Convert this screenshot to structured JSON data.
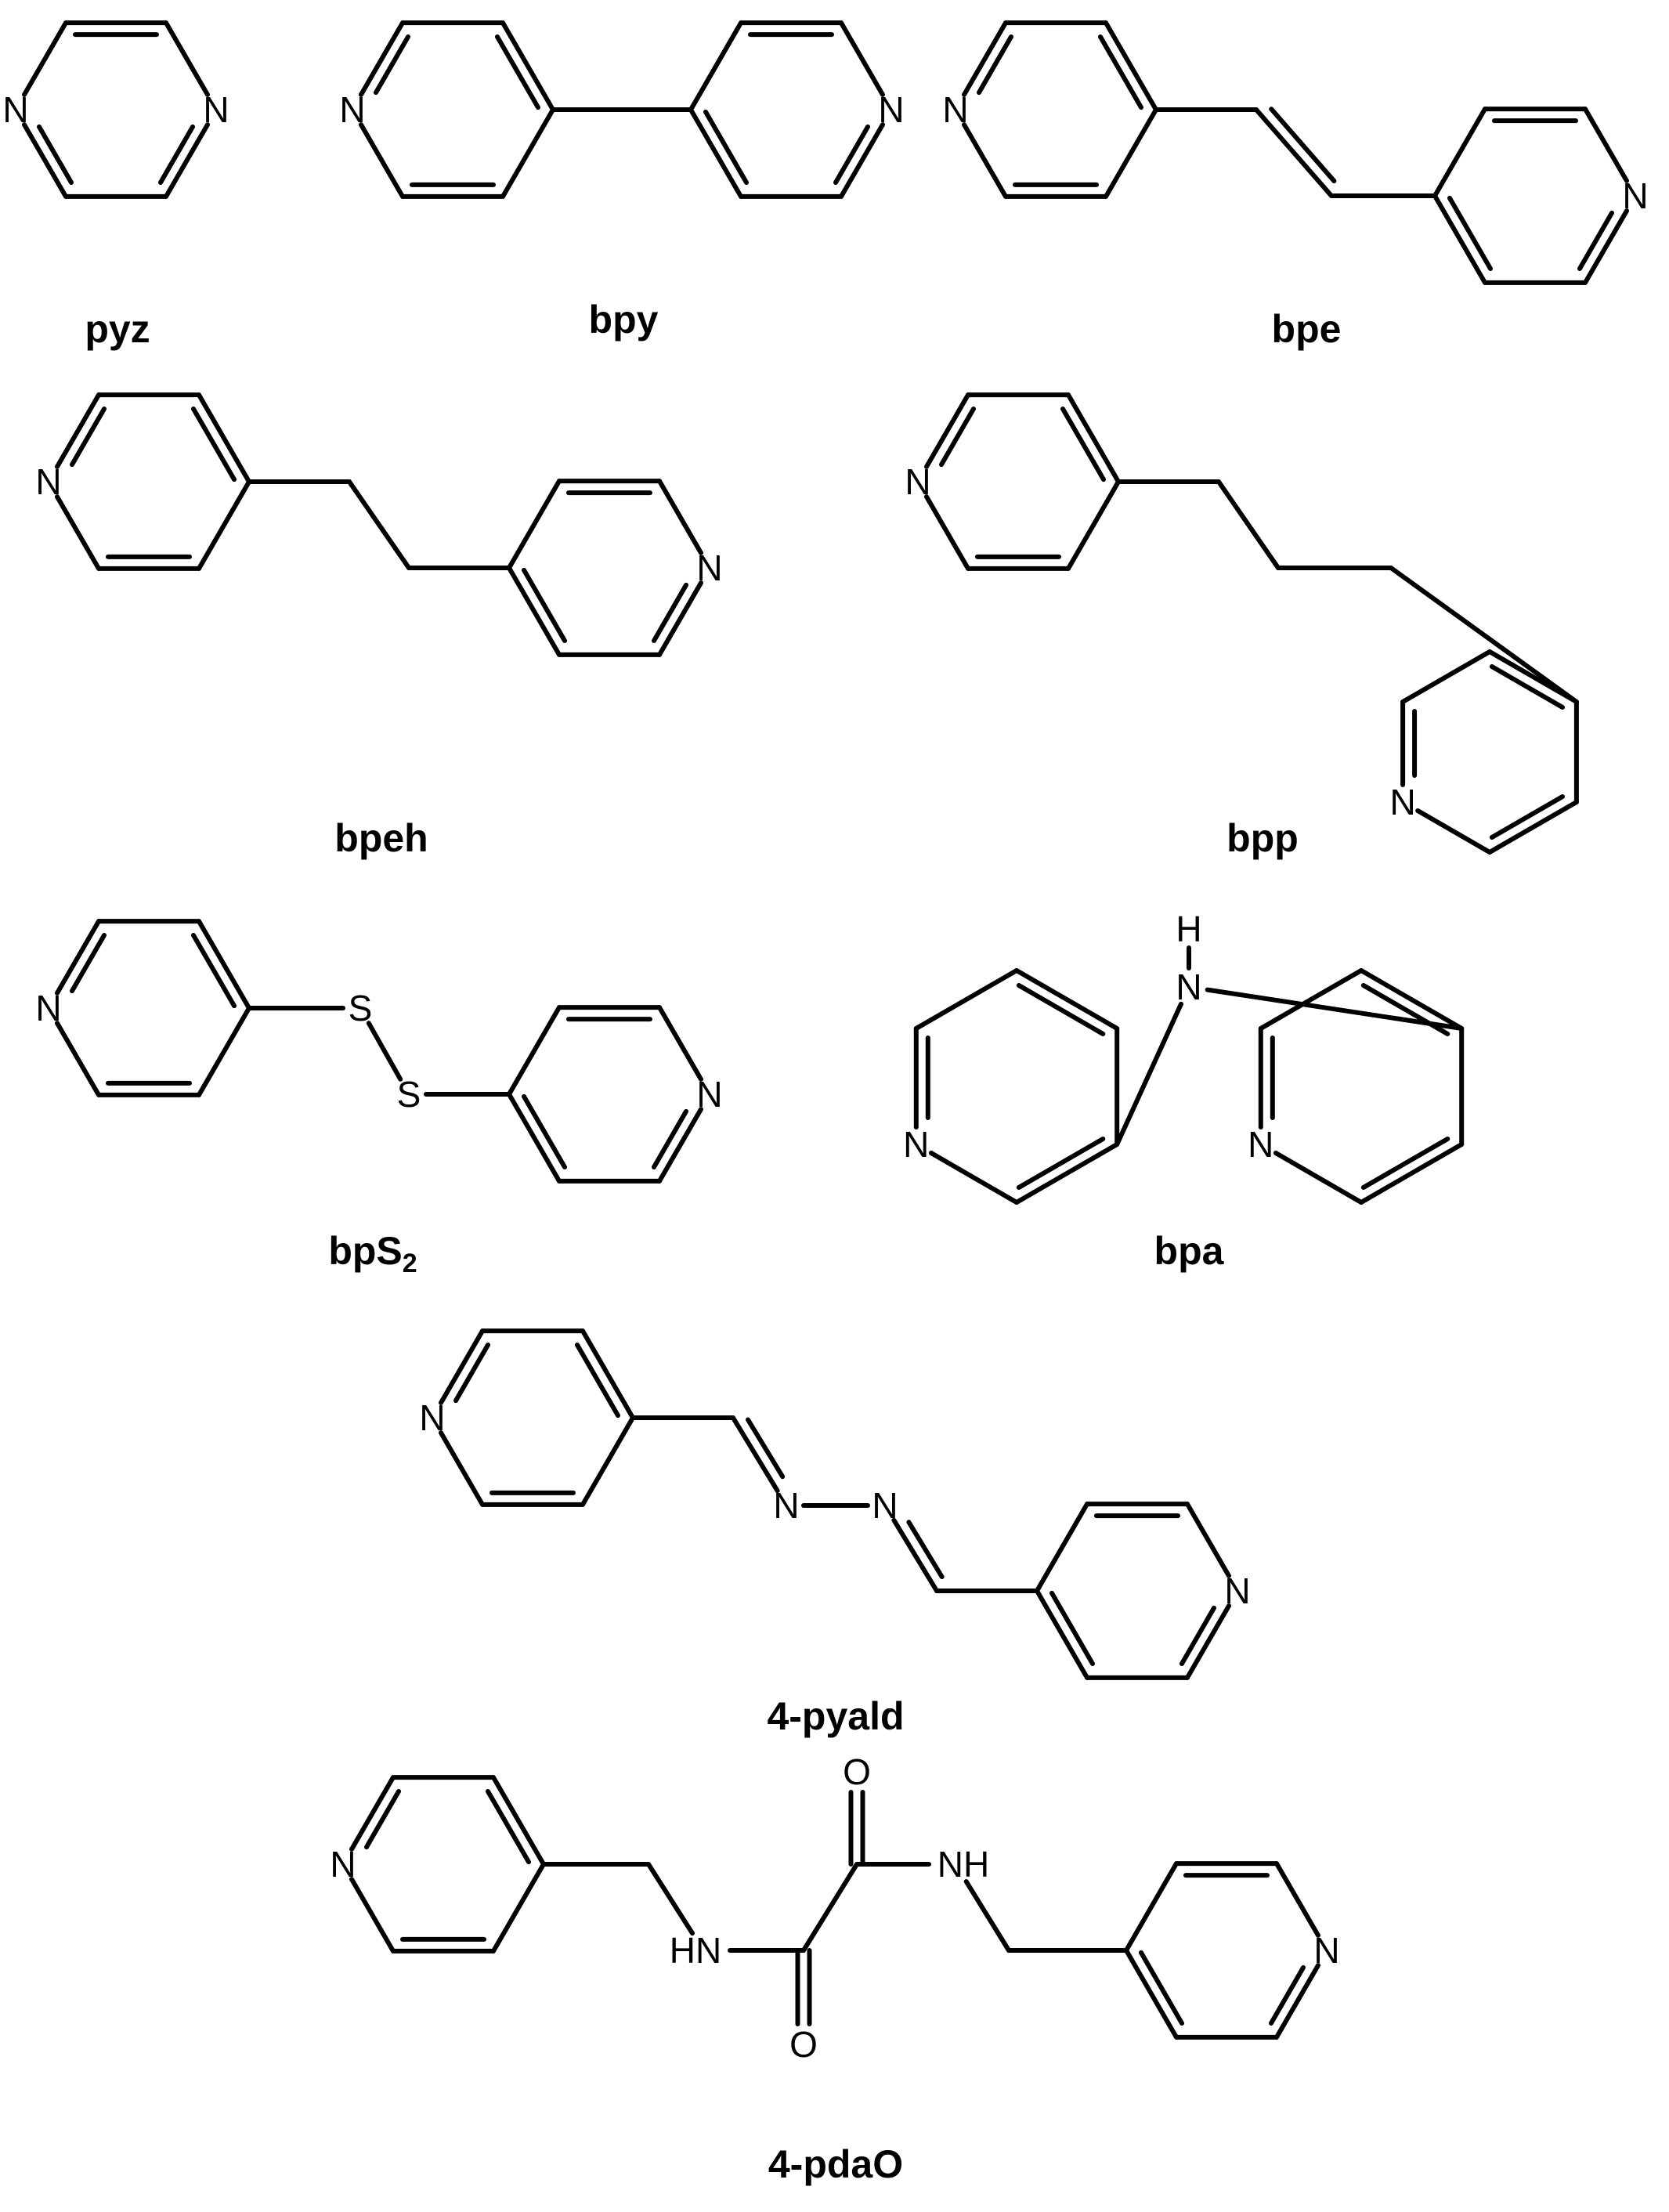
{
  "compounds": [
    {
      "id": "pyz",
      "label": "pyz"
    },
    {
      "id": "bpy",
      "label": "bpy"
    },
    {
      "id": "bpe",
      "label": "bpe"
    },
    {
      "id": "bpeh",
      "label": "bpeh"
    },
    {
      "id": "bpp",
      "label": "bpp"
    },
    {
      "id": "bps2",
      "label": "bpS",
      "subscript": "2"
    },
    {
      "id": "bpa",
      "label": "bpa"
    },
    {
      "id": "pyald",
      "label": "4-pyald"
    },
    {
      "id": "pdao",
      "label": "4-pdaO"
    }
  ],
  "atoms": {
    "nitrogen": "N",
    "sulfur": "S",
    "hydrogen": "H",
    "oxygen": "O",
    "amine": "NH",
    "amine_left": "HN"
  }
}
